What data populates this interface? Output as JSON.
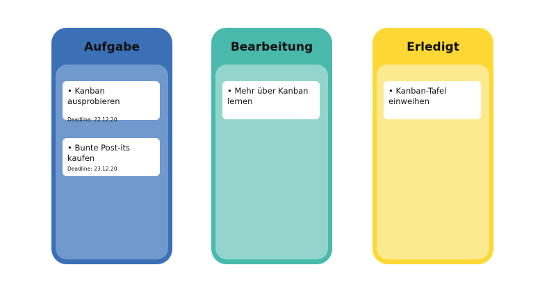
{
  "board": {
    "columns": [
      {
        "title": "Aufgabe",
        "color": "#3b6fb6",
        "inner_color": "#7099ce",
        "cards": [
          {
            "title": "• Kanban ausprobieren",
            "deadline": "Deadline: 22.12.20"
          },
          {
            "title": "• Bunte Post-its kaufen",
            "deadline": "Deadline: 23.12.20"
          }
        ]
      },
      {
        "title": "Bearbeitung",
        "color": "#48b9ab",
        "inner_color": "#93d5cc",
        "cards": [
          {
            "title": "• Mehr über Kanban lernen"
          }
        ]
      },
      {
        "title": "Erledigt",
        "color": "#fdd835",
        "inner_color": "#fde98f",
        "cards": [
          {
            "title": "• Kanban-Tafel einweihen"
          }
        ]
      }
    ]
  }
}
